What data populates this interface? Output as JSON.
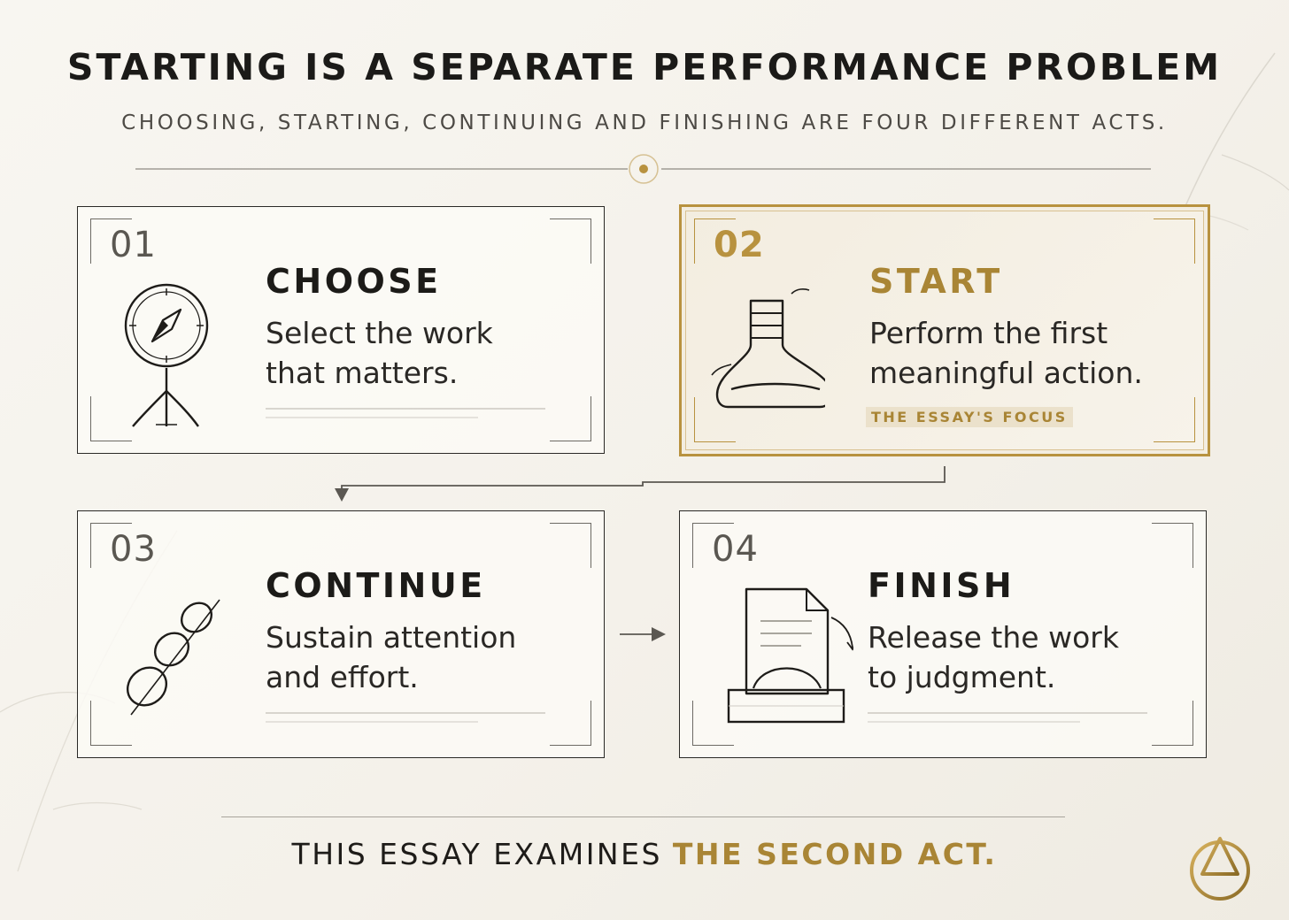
{
  "header": {
    "title": "STARTING IS A SEPARATE PERFORMANCE PROBLEM",
    "subtitle": "CHOOSING, STARTING, CONTINUING AND FINISHING ARE FOUR DIFFERENT ACTS."
  },
  "acts": [
    {
      "number": "01",
      "name": "CHOOSE",
      "line1": "Select the work",
      "line2": "that matters.",
      "icon": "compass-icon",
      "focus": false
    },
    {
      "number": "02",
      "name": "START",
      "line1": "Perform the first",
      "line2": "meaningful action.",
      "icon": "flask-icon",
      "focus": true,
      "badge": "THE ESSAY'S FOCUS"
    },
    {
      "number": "03",
      "name": "CONTINUE",
      "line1": "Sustain attention",
      "line2": "and effort.",
      "icon": "chain-links-icon",
      "focus": false
    },
    {
      "number": "04",
      "name": "FINISH",
      "line1": "Release the work",
      "line2": "to judgment.",
      "icon": "document-submit-icon",
      "focus": false
    }
  ],
  "footer": {
    "lead": "THIS ESSAY EXAMINES",
    "highlight": "THE SECOND ACT."
  },
  "colors": {
    "accent": "#b8923f",
    "ink": "#1c1b18",
    "background": "#f5f2eb"
  }
}
